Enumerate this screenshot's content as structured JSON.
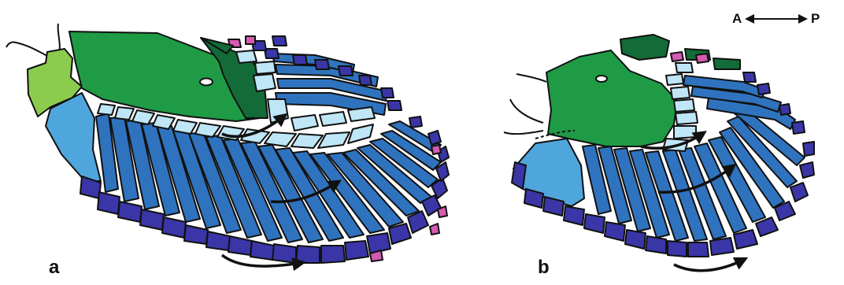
{
  "figure": {
    "panel_a_label": "a",
    "panel_b_label": "b",
    "axis_key": {
      "anterior": "A",
      "posterior": "P",
      "arrow_icon": "double-headed-arrow-icon"
    }
  },
  "colors": {
    "light_green": "#8bcb4e",
    "medium_green": "#1f9b45",
    "dark_green": "#136b37",
    "light_blue": "#4fa6dc",
    "pale_blue": "#bfe6f6",
    "mid_blue": "#2f73bf",
    "dark_blue": "#3a36a8",
    "pink": "#d55bb2",
    "outline": "#111111"
  },
  "legend": []
}
